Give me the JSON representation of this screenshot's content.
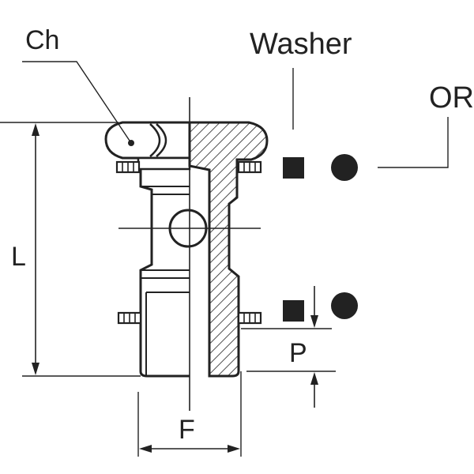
{
  "labels": {
    "ch": "Ch",
    "washer": "Washer",
    "or": "OR",
    "l": "L",
    "p": "P",
    "f": "F"
  },
  "colors": {
    "ink": "#222222",
    "background": "#ffffff"
  },
  "icons": {
    "washer_symbol": "filled-square",
    "or_symbol": "filled-circle"
  }
}
